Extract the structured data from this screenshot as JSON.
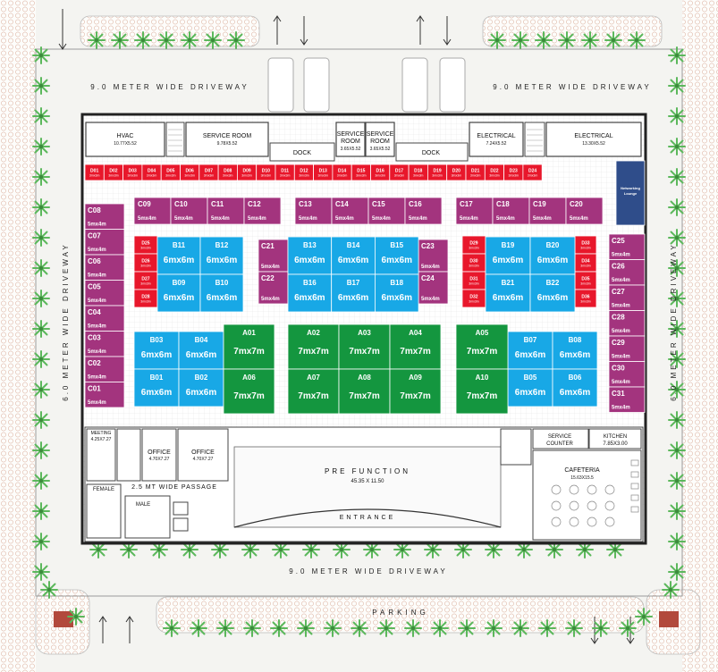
{
  "driveways": {
    "top_left": "9.0 METER WIDE DRIVEWAY",
    "top_right": "9.0 METER WIDE DRIVEWAY",
    "bottom": "9.0 METER WIDE DRIVEWAY",
    "left": "6.0 METER WIDE DRIVEWAY",
    "right": "6.0 METER WIDE DRIVEWAY",
    "parking": "PARKING"
  },
  "rooms": {
    "hvac": {
      "name": "HVAC",
      "size": "10.77X5.52"
    },
    "service_room_main": {
      "name": "SERVICE ROOM",
      "size": "9.78X5.52"
    },
    "dock_left": "DOCK",
    "service_room_a": {
      "name": [
        "SERVICE",
        "ROOM"
      ],
      "size": "3.65X5.52"
    },
    "service_room_b": {
      "name": [
        "SERVICE",
        "ROOM"
      ],
      "size": "3.65X5.52"
    },
    "dock_right": "DOCK",
    "electrical_a": {
      "name": "ELECTRICAL",
      "size": "7.24X5.52"
    },
    "electrical_b": {
      "name": "ELECTRICAL",
      "size": "13.30X5.52"
    },
    "networking": [
      "Networking",
      "Lounge"
    ],
    "meeting": {
      "name": "MEETING",
      "size": "4.25X7.27"
    },
    "office_a": {
      "name": "OFFICE",
      "size": "4.70X7.27"
    },
    "office_b": {
      "name": "OFFICE",
      "size": "4.70X7.27"
    },
    "pre_function": {
      "name": "PRE FUNCTION",
      "size": "45.35 X 11.50"
    },
    "entrance": "ENTRANCE",
    "passage": "2.5 MT WIDE PASSAGE",
    "female": "FEMALE",
    "male": "MALE",
    "service_counter": [
      "SERVICE",
      "COUNTER"
    ],
    "kitchen": {
      "name": "KITCHEN",
      "size": "7.85X3.00"
    },
    "cafeteria": {
      "name": "CAFETERIA",
      "size": "15.63X15.5"
    }
  },
  "stall_sizes": {
    "d": "3mx3m",
    "c": "5mx4m",
    "b": "6mx6m",
    "a": "7mx7m"
  },
  "stalls_d_top": [
    "D01",
    "D02",
    "D03",
    "D04",
    "D05",
    "D06",
    "D07",
    "D08",
    "D09",
    "D10",
    "D11",
    "D12",
    "D13",
    "D14",
    "D15",
    "D16",
    "D17",
    "D18",
    "D19",
    "D20",
    "D21",
    "D22",
    "D23",
    "D24"
  ],
  "stalls_d_left": [
    "D25",
    "D26",
    "D27",
    "D28"
  ],
  "stalls_d_right_a": [
    "D29",
    "D30",
    "D31",
    "D32"
  ],
  "stalls_d_right_b": [
    "D33",
    "D34",
    "D35",
    "D36"
  ],
  "stalls_c_top": [
    "C09",
    "C10",
    "C11",
    "C12",
    "C13",
    "C14",
    "C15",
    "C16",
    "C17",
    "C18",
    "C19",
    "C20"
  ],
  "stalls_c_left": [
    "C08",
    "C07",
    "C06",
    "C05",
    "C04",
    "C03",
    "C02",
    "C01"
  ],
  "stalls_c_right": [
    "C25",
    "C26",
    "C27",
    "C28",
    "C29",
    "C30",
    "C31"
  ],
  "stalls_c_mid": [
    "C21",
    "C22",
    "C23",
    "C24"
  ],
  "stalls_b_left": [
    "B11",
    "B12",
    "B09",
    "B10"
  ],
  "stalls_b_mid": [
    "B13",
    "B14",
    "B15",
    "B16",
    "B17",
    "B18"
  ],
  "stalls_b_right": [
    "B19",
    "B20",
    "B21",
    "B22"
  ],
  "stalls_b_lower_left": [
    "B03",
    "B04",
    "B01",
    "B02"
  ],
  "stalls_b_lower_right": [
    "B07",
    "B08",
    "B05",
    "B06"
  ],
  "stalls_a": [
    "A01",
    "A06",
    "A02",
    "A03",
    "A04",
    "A07",
    "A08",
    "A09",
    "A05",
    "A10"
  ],
  "colors": {
    "d": "#e8172b",
    "c": "#a3347e",
    "b": "#18a8e6",
    "a": "#14963f",
    "networking": "#2f4d8a",
    "tree": "#5cb85c"
  }
}
